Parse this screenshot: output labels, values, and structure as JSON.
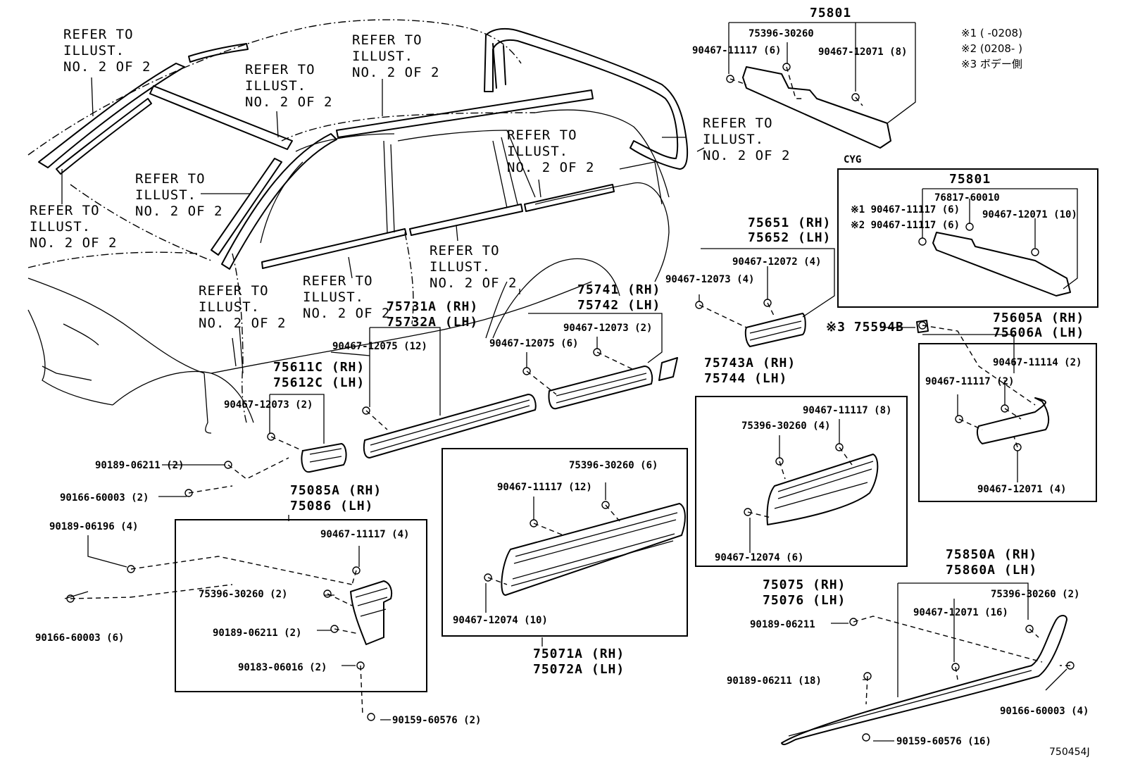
{
  "diagram": {
    "refer_text": [
      "REFER TO",
      "ILLUST.",
      "NO. 2 OF 2"
    ],
    "part_labels": {
      "p75801_top": "75801",
      "p75396_30260_top": "75396-30260",
      "p90467_11117_6_top": "90467-11117 (6)",
      "p90467_12071_8": "90467-12071 (8)",
      "cyg": "CYG",
      "p75801_cyg": "75801",
      "p76817_60010": "76817-60010",
      "p90467_11117_6_cyg1": "※1 90467-11117 (6)",
      "p90467_11117_6_cyg2": "※2 90467-11117 (6)",
      "p90467_12071_10": "90467-12071 (10)",
      "p75651": "75651 (RH)",
      "p75652": "75652 (LH)",
      "p90467_12072_4": "90467-12072 (4)",
      "p90467_12073_4": "90467-12073 (4)",
      "p75741": "75741 (RH)",
      "p75742": "75742 (LH)",
      "p90467_12073_2b": "90467-12073 (2)",
      "p90467_12075_6": "90467-12075 (6)",
      "p75731a": "75731A (RH)",
      "p75732a": "75732A (LH)",
      "p90467_12075_12": "90467-12075 (12)",
      "p75743a": "75743A (RH)",
      "p75744": "75744 (LH)",
      "p75594b": "※3 75594B",
      "p75605a": "75605A (RH)",
      "p75606a": "75606A (LH)",
      "p90467_11114_2": "90467-11114 (2)",
      "p90467_11117_2": "90467-11117 (2)",
      "p90467_12071_4": "90467-12071 (4)",
      "p75611c": "75611C (RH)",
      "p75612c": "75612C (LH)",
      "p90467_12073_2a": "90467-12073 (2)",
      "p90189_06211_2a": "90189-06211 (2)",
      "p90166_60003_2": "90166-60003 (2)",
      "p75085a": "75085A (RH)",
      "p75086": "75086 (LH)",
      "p90189_06196_4": "90189-06196 (4)",
      "p90166_60003_6": "90166-60003 (6)",
      "p90467_11117_4": "90467-11117 (4)",
      "p75396_30260_2a": "75396-30260 (2)",
      "p90189_06211_2b": "90189-06211 (2)",
      "p90183_06016_2": "90183-06016 (2)",
      "p90159_60576_2": "90159-60576 (2)",
      "p75396_30260_6": "75396-30260 (6)",
      "p90467_11117_12": "90467-11117 (12)",
      "p90467_12074_10": "90467-12074 (10)",
      "p75071a": "75071A (RH)",
      "p75072a": "75072A (LH)",
      "p90467_11117_8": "90467-11117 (8)",
      "p75396_30260_4": "75396-30260 (4)",
      "p90467_12074_6": "90467-12074 (6)",
      "p75075": "75075 (RH)",
      "p75076": "75076 (LH)",
      "p90189_06211_single": "90189-06211",
      "p90189_06211_18": "90189-06211 (18)",
      "p90159_60576_16": "90159-60576 (16)",
      "p75850a": "75850A (RH)",
      "p75860a": "75860A (LH)",
      "p75396_30260_2b": "75396-30260 (2)",
      "p90467_12071_16": "90467-12071 (16)",
      "p90166_60003_4": "90166-60003 (4)"
    },
    "notes": [
      "※1 (      -0208)",
      "※2 (0208-      )",
      "※3 ボデー側"
    ],
    "drawing_id": "750454J"
  }
}
